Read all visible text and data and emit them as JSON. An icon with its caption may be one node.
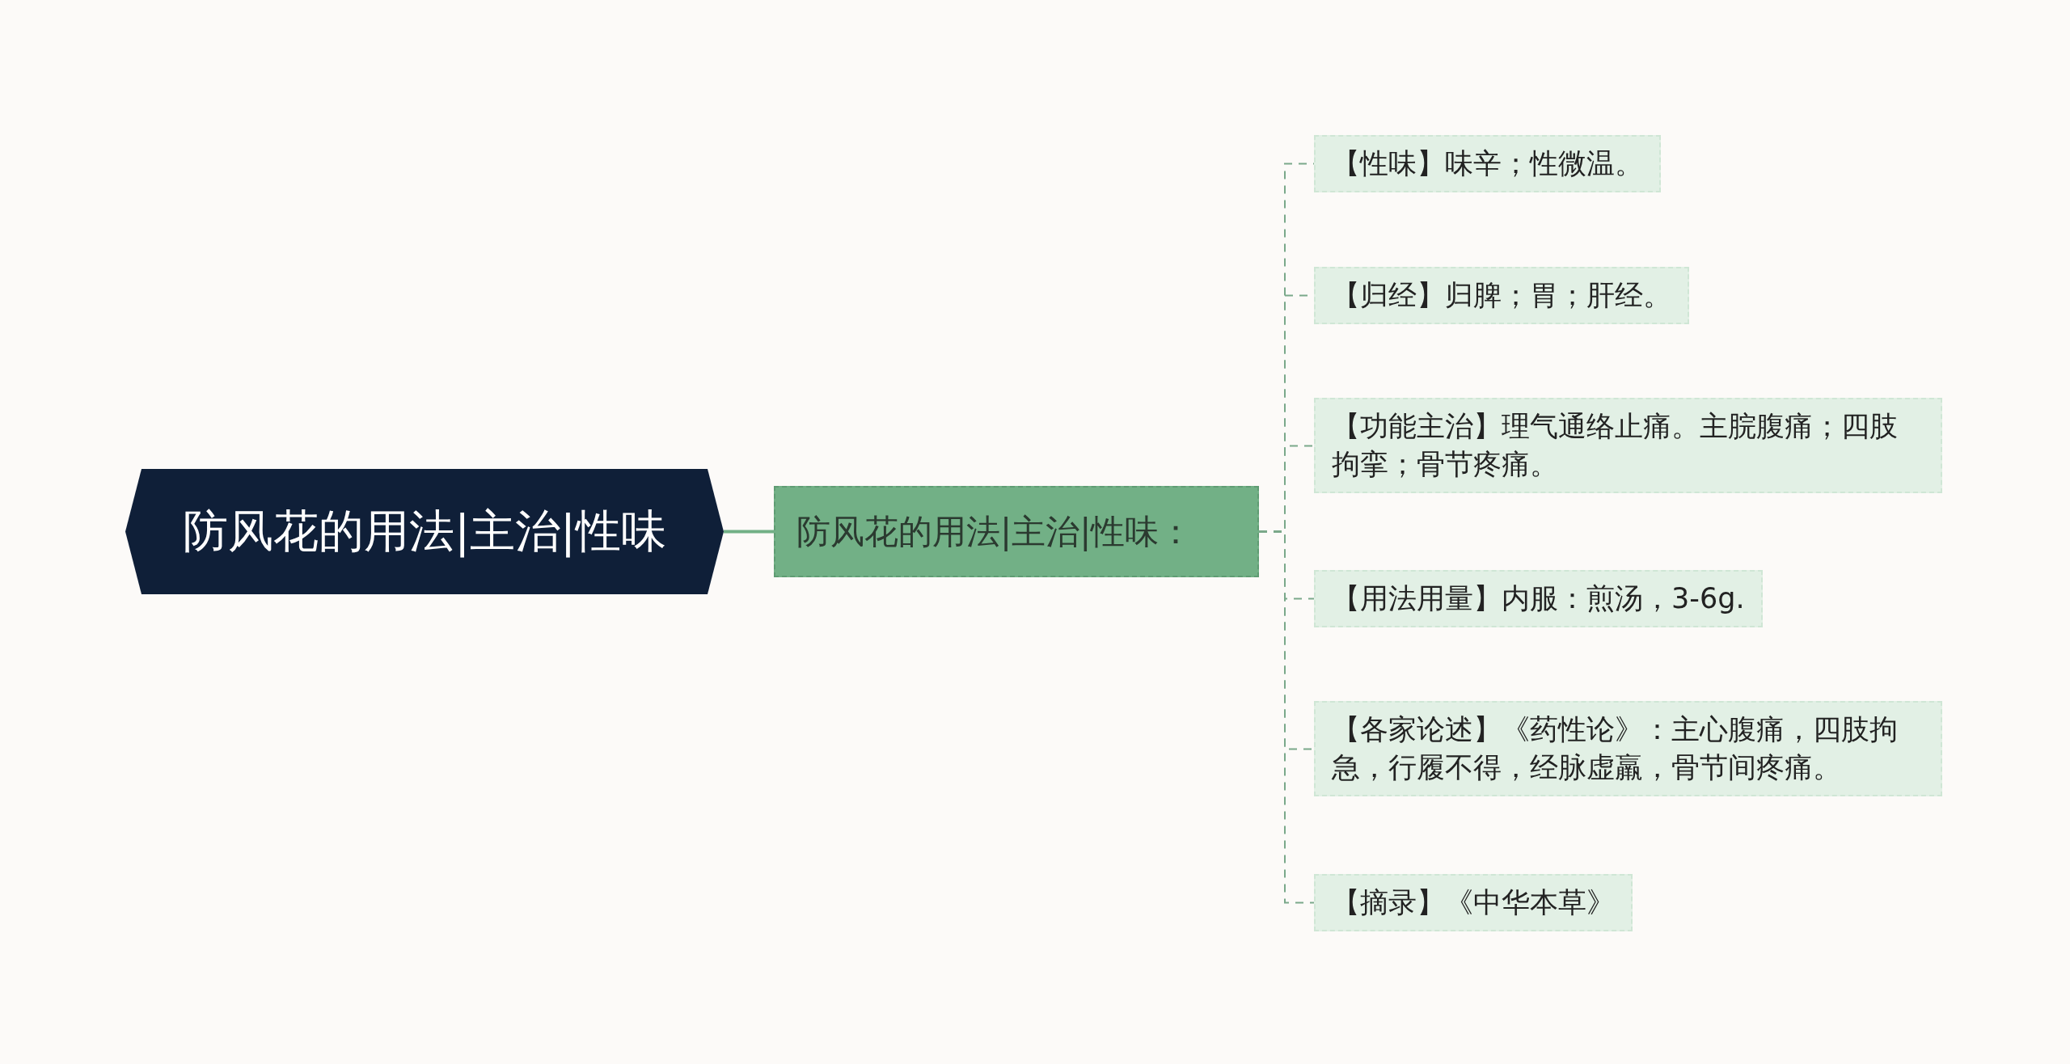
{
  "diagram": {
    "nodes": [
      {
        "text": [
          "防风花的用法|主治|性味"
        ]
      },
      {
        "text": [
          "防风花的用法|主治|性味："
        ]
      },
      {
        "text": [
          "【性味】味辛；性微温。"
        ]
      },
      {
        "text": [
          "【归经】归脾；胃；肝经。"
        ]
      },
      {
        "text": [
          "【功能主治】理气通络止痛。主脘腹痛；四肢拘挛；骨节疼痛。"
        ]
      },
      {
        "text": [
          "【用法用量】内服：煎汤，3-6g."
        ]
      },
      {
        "text": [
          "【各家论述】《药性论》：主心腹痛，四肢拘急，行履不得，经脉虚羸，骨节间疼痛。"
        ]
      },
      {
        "text": [
          "【摘录】《中华本草》"
        ]
      }
    ],
    "edges": [
      {
        "from": 0,
        "to": 1,
        "arrow": "none"
      },
      {
        "from": 1,
        "to": 2,
        "arrow": "none",
        "style": "dashed"
      },
      {
        "from": 1,
        "to": 3,
        "arrow": "none",
        "style": "dashed"
      },
      {
        "from": 1,
        "to": 4,
        "arrow": "none",
        "style": "dashed"
      },
      {
        "from": 1,
        "to": 5,
        "arrow": "none",
        "style": "dashed"
      },
      {
        "from": 1,
        "to": 6,
        "arrow": "none",
        "style": "dashed"
      },
      {
        "from": 1,
        "to": 7,
        "arrow": "none",
        "style": "dashed"
      }
    ]
  }
}
